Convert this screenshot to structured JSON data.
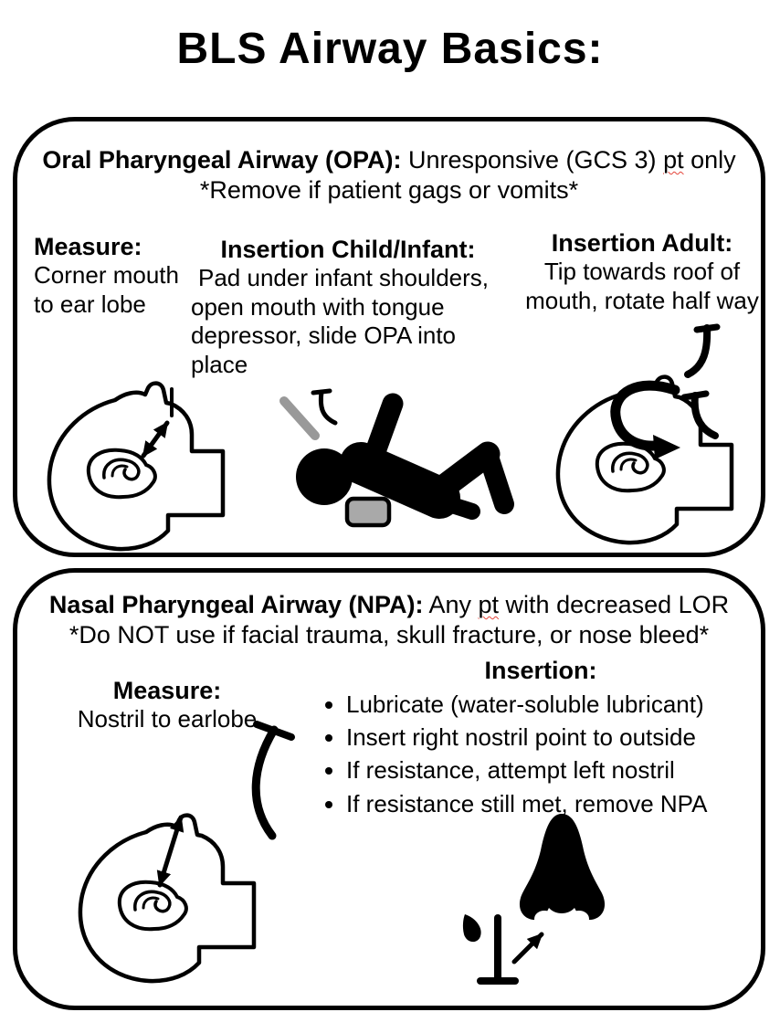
{
  "title": "BLS Airway Basics:",
  "opa_section": {
    "heading_bold": "Oral Pharyngeal Airway (OPA):",
    "heading_pre": " Unresponsive (GCS 3) ",
    "heading_misspelled": "pt",
    "heading_post": " only",
    "warning": "*Remove if patient gags or vomits*",
    "measure_label": "Measure:",
    "measure_text": "Corner mouth to ear lobe",
    "child_label": "Insertion Child/Infant:",
    "child_text": "Pad under infant shoulders, open mouth with tongue depressor, slide OPA into place",
    "adult_label": "Insertion Adult:",
    "adult_text": "Tip towards roof of mouth, rotate half way"
  },
  "npa_section": {
    "heading_bold": "Nasal Pharyngeal Airway (NPA):",
    "heading_pre": " Any ",
    "heading_misspelled": "pt",
    "heading_post": " with decreased LOR",
    "warning": "*Do NOT use if facial trauma, skull fracture, or nose bleed*",
    "measure_label": "Measure:",
    "measure_text": "Nostril to earlobe",
    "insertion_label": "Insertion:",
    "bullets": [
      "Lubricate (water-soluble lubricant)",
      "Insert right nostril point to outside",
      "If resistance, attempt left nostril",
      "If resistance still met, remove NPA"
    ]
  },
  "colors": {
    "ink": "#000000",
    "tool_gray": "#999999",
    "pad_gray": "#a9a9a9",
    "spellcheck_red": "#e4443a"
  }
}
